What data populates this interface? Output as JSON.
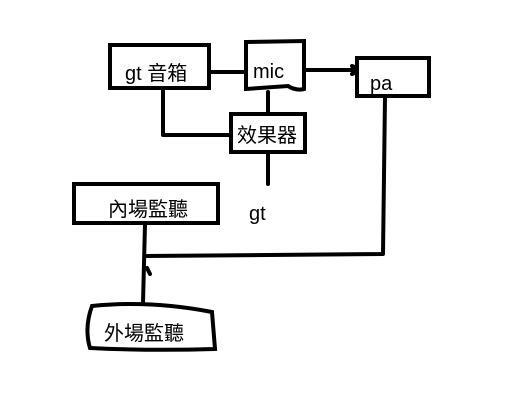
{
  "diagram": {
    "nodes": [
      {
        "id": "gt-speaker",
        "label": "gt 音箱"
      },
      {
        "id": "mic",
        "label": "mic"
      },
      {
        "id": "pa",
        "label": "pa"
      },
      {
        "id": "effects",
        "label": "效果器"
      },
      {
        "id": "gt",
        "label": "gt"
      },
      {
        "id": "inner-monitor",
        "label": "內場監聽"
      },
      {
        "id": "outer-monitor",
        "label": "外場監聽"
      }
    ],
    "connections": [
      {
        "from": "gt-speaker",
        "to": "mic"
      },
      {
        "from": "mic",
        "to": "pa"
      },
      {
        "from": "mic",
        "to": "effects"
      },
      {
        "from": "gt-speaker",
        "to": "effects"
      },
      {
        "from": "effects",
        "to": "gt"
      },
      {
        "from": "pa",
        "to": "inner-monitor"
      },
      {
        "from": "pa",
        "to": "outer-monitor"
      },
      {
        "from": "inner-monitor",
        "to": "outer-monitor"
      }
    ]
  }
}
